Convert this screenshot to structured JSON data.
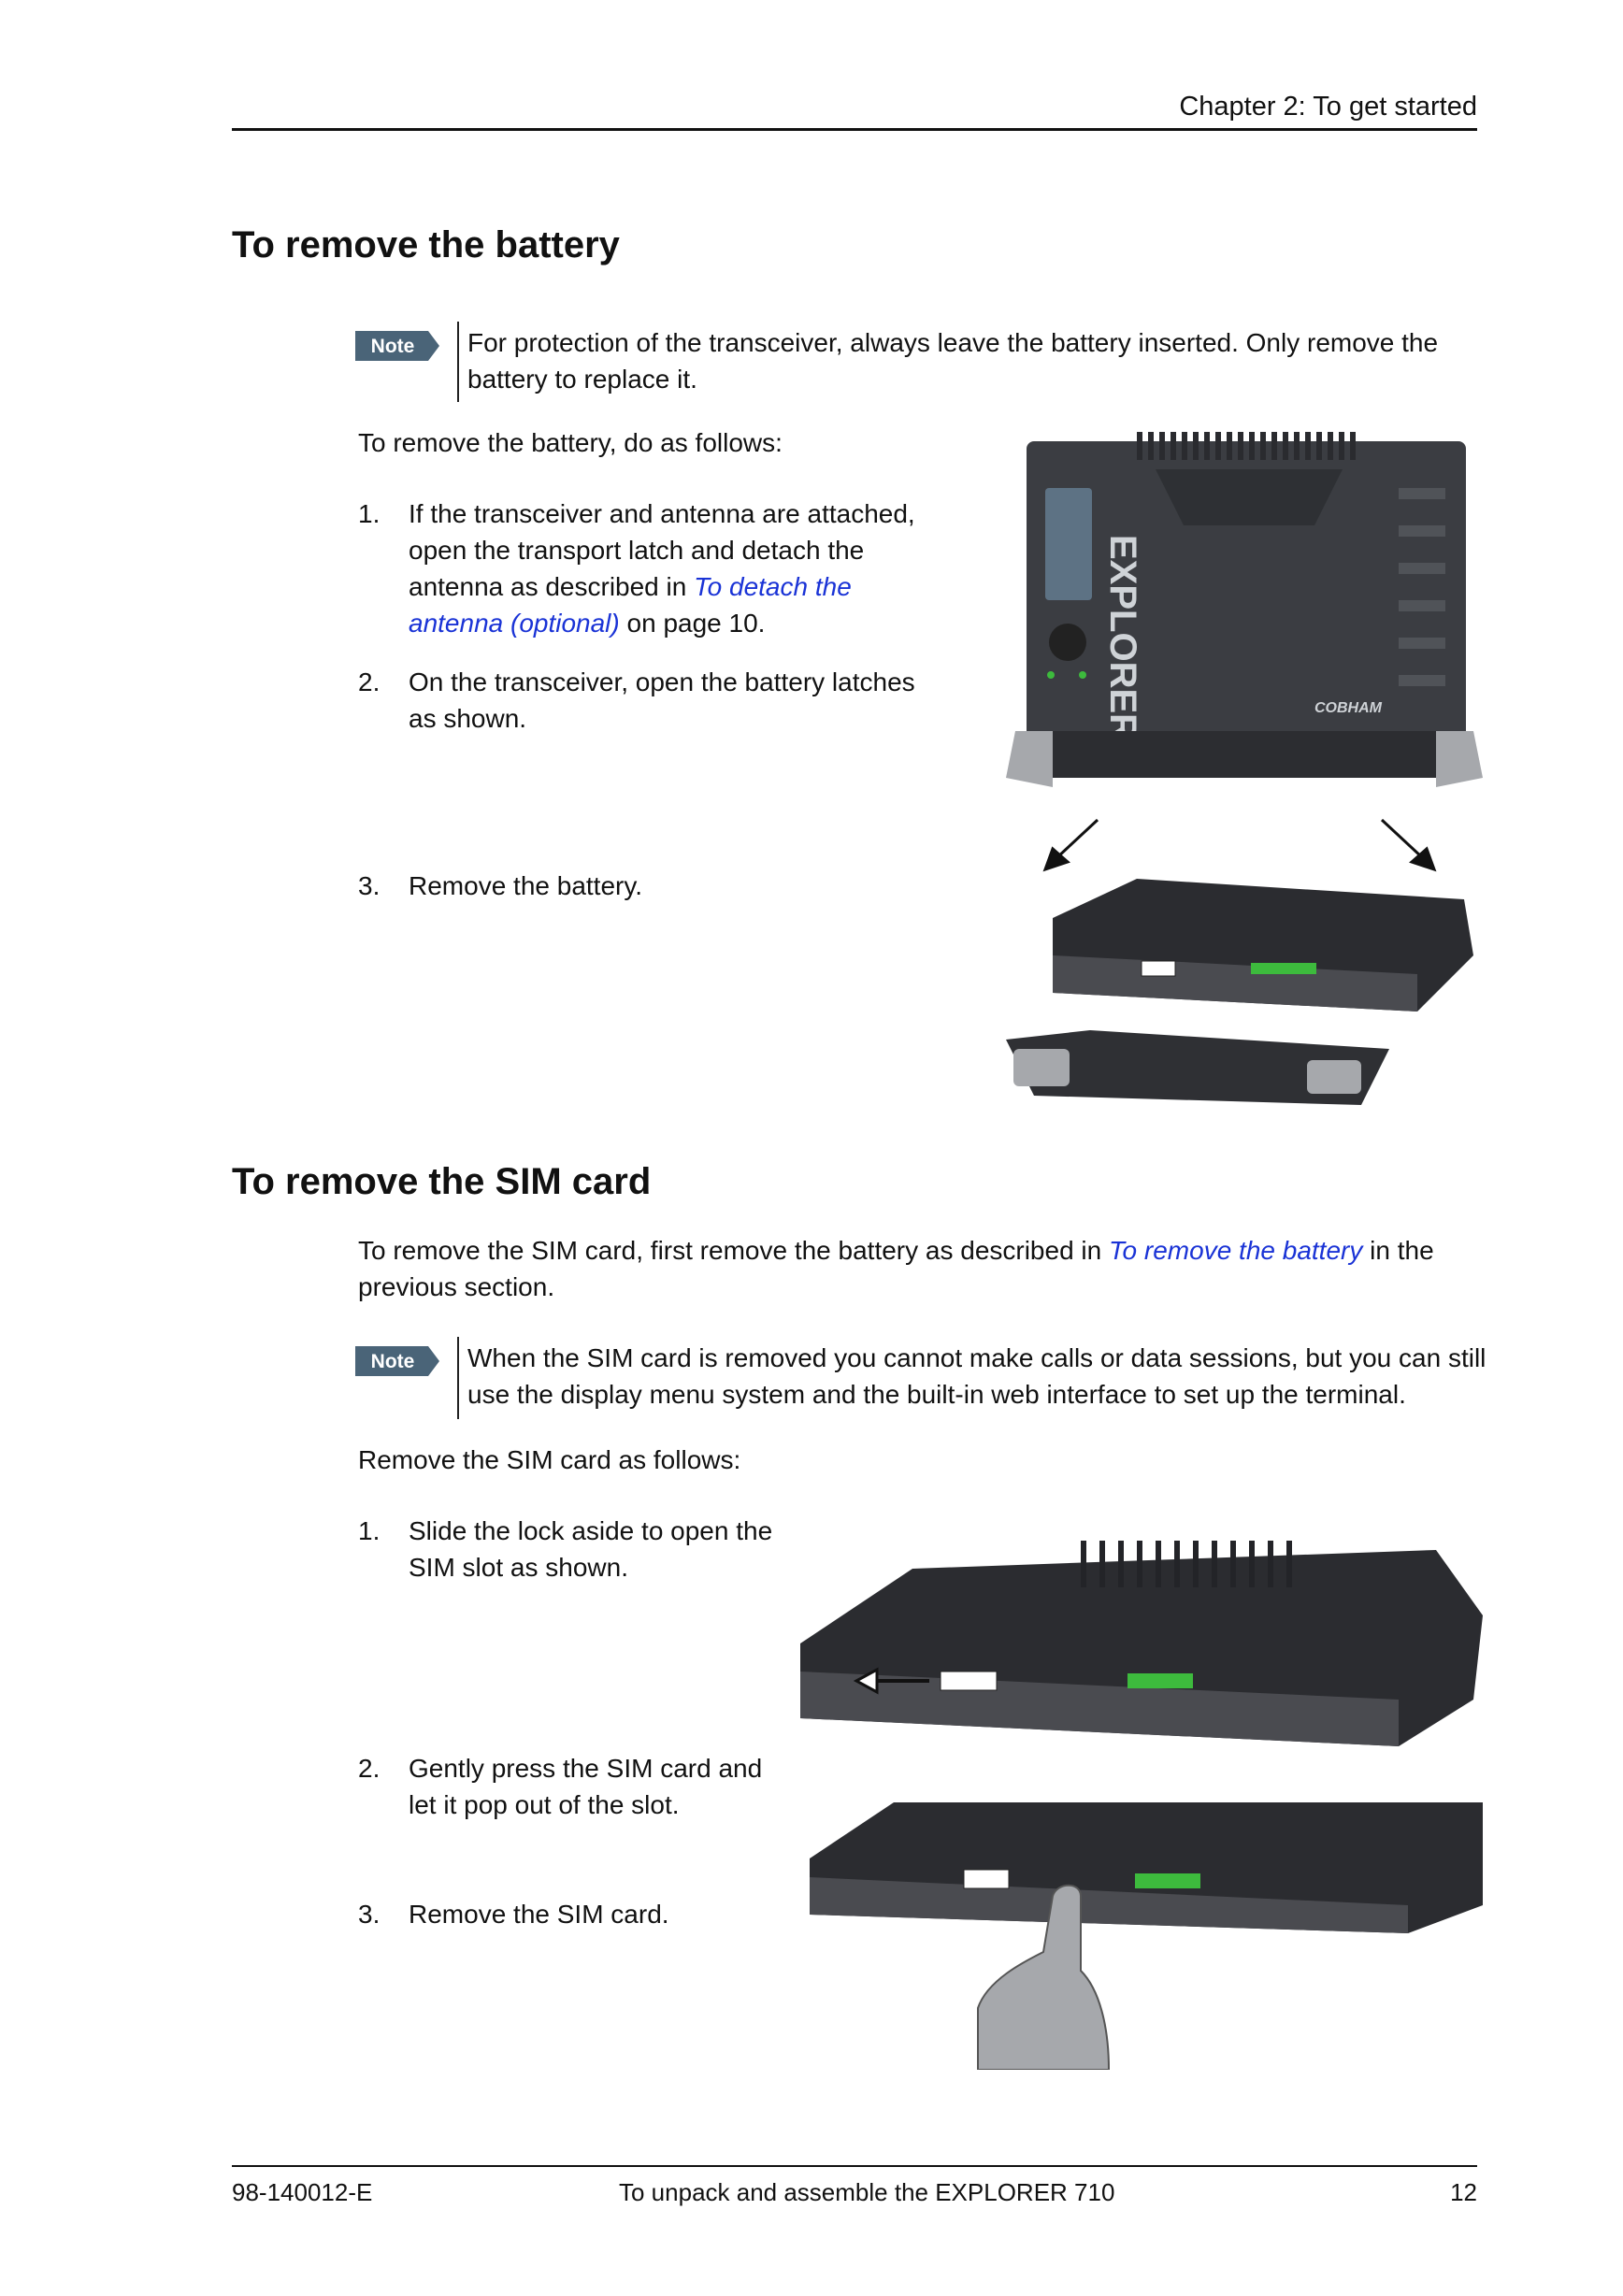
{
  "header": {
    "chapter": "Chapter 2: To get started"
  },
  "note_label": "Note",
  "battery": {
    "heading": "To remove the battery",
    "note": "For protection of the transceiver, always leave the battery inserted. Only remove the battery to replace it.",
    "intro": "To remove the battery, do as follows:",
    "steps": [
      {
        "num": "1.",
        "pre": "If the transceiver and antenna are attached, open the transport latch and detach the antenna as described in ",
        "link": "To detach the antenna (optional)",
        "post": " on page 10."
      },
      {
        "num": "2.",
        "text": "On the transceiver, open the battery latches as shown."
      },
      {
        "num": "3.",
        "text": "Remove the battery."
      }
    ],
    "device_brand": "EXPLORER",
    "device_maker": "COBHAM"
  },
  "sim": {
    "heading": "To remove the SIM card",
    "intro_pre": "To remove the SIM card, first remove the battery as described in ",
    "intro_link": "To remove the battery",
    "intro_post": " in the previous section.",
    "note": "When the SIM card is removed you cannot make calls or data sessions, but you can still use the display menu system and the built-in web interface to set up the terminal.",
    "lead": "Remove the SIM card as follows:",
    "steps": [
      {
        "num": "1.",
        "text": "Slide the lock aside to open the SIM slot as shown."
      },
      {
        "num": "2.",
        "text": "Gently press the SIM card and let it pop out of the slot."
      },
      {
        "num": "3.",
        "text": "Remove the SIM card."
      }
    ]
  },
  "footer": {
    "doc_id": "98-140012-E",
    "title": "To unpack and assemble the EXPLORER 710",
    "page": "12"
  },
  "colors": {
    "link": "#1a33d6",
    "note_badge": "#4a6478",
    "sim_contact": "#3dbb3d"
  }
}
